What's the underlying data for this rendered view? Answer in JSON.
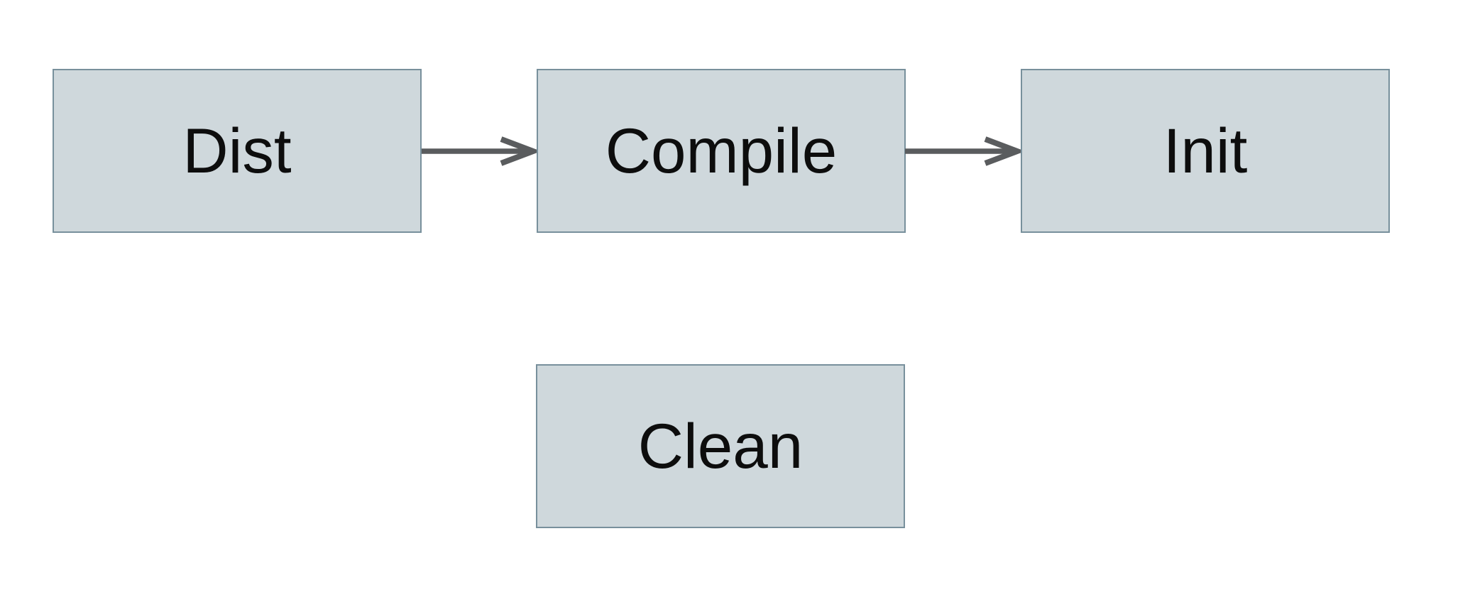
{
  "diagram": {
    "type": "flowchart",
    "nodes": [
      {
        "id": "dist",
        "label": "Dist"
      },
      {
        "id": "compile",
        "label": "Compile"
      },
      {
        "id": "init",
        "label": "Init"
      },
      {
        "id": "clean",
        "label": "Clean"
      }
    ],
    "edges": [
      {
        "from": "Dist",
        "to": "Compile",
        "direction": "right"
      },
      {
        "from": "Compile",
        "to": "Init",
        "direction": "right"
      }
    ],
    "colors": {
      "background": "#ffffff",
      "node_fill": "#cfd8dc",
      "node_border": "#78909c",
      "arrow": "#5a5c5e",
      "text": "#0d0d0d"
    }
  }
}
